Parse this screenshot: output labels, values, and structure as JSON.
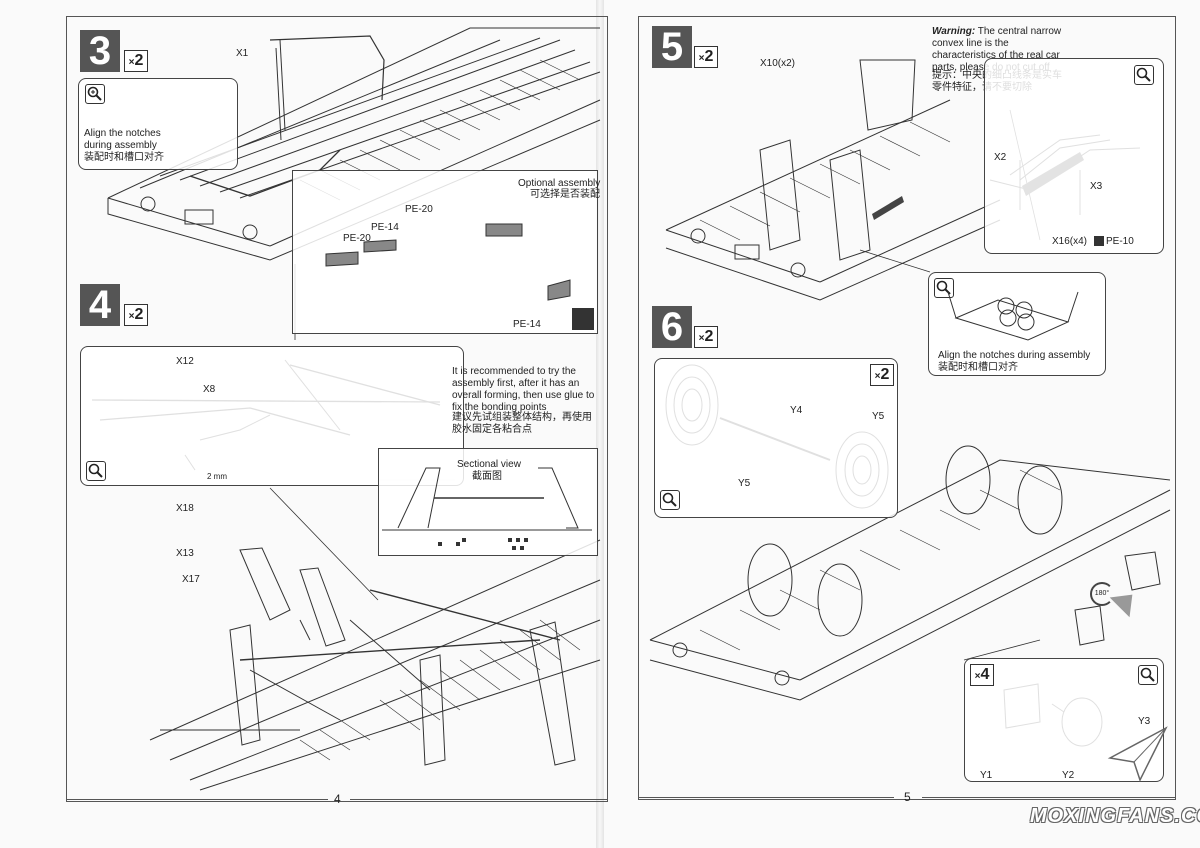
{
  "left_page": {
    "page_number": "4",
    "step3": {
      "number": "3",
      "multiplier": "2",
      "part_x1": "X1",
      "notice_en": "Align the notches during assembly",
      "notice_zh": "装配时和槽口对齐",
      "optional_en": "Optional assembly",
      "optional_zh": "可选择是否装配",
      "pe20_a": "PE-20",
      "pe14_a": "PE-14",
      "pe20_b": "PE-20",
      "pe14_b": "PE-14"
    },
    "step4": {
      "number": "4",
      "multiplier": "2",
      "part_x12": "X12",
      "part_x8": "X8",
      "dim": "2 mm",
      "tip_en": "It is recommended to try the assembly first, after it has an overall forming, then use glue to fix the bonding points",
      "tip_zh": "建议先试组装整体结构，再使用胶水固定各粘合点",
      "section_en": "Sectional view",
      "section_zh": "截面图",
      "part_x18": "X18",
      "part_x13": "X13",
      "part_x17": "X17"
    }
  },
  "right_page": {
    "page_number": "5",
    "step5": {
      "number": "5",
      "multiplier": "2",
      "part_x10": "X10(x2)",
      "warning_title": "Warning:",
      "warning_en": "The central narrow convex line is the characteristics of the real car parts, please do not cut off",
      "warning_zh": "提示：中央的细凸线条是实车零件特征，请不要切除",
      "part_x2": "X2",
      "part_x3": "X3",
      "part_x16": "X16(x4)",
      "part_pe10": "PE-10",
      "notice_en": "Align the notches during assembly",
      "notice_zh": "装配时和槽口对齐"
    },
    "step6": {
      "number": "6",
      "multiplier": "2",
      "inner_multiplier": "2",
      "part_y4": "Y4",
      "part_y5_a": "Y5",
      "part_y5_b": "Y5",
      "rotate": "180°",
      "x4": "4",
      "part_y1": "Y1",
      "part_y2": "Y2",
      "part_y3": "Y3"
    }
  },
  "watermark": "MOXINGFANS.COM",
  "icons": [
    "magnifier-icon",
    "photo-etch-icon",
    "paper-plane-logo-icon",
    "rotate-arrow-icon"
  ]
}
